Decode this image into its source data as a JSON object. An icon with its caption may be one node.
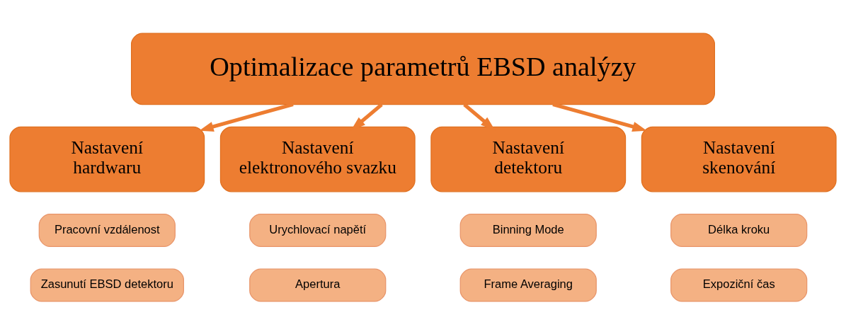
{
  "diagram": {
    "nodes": [
      {
        "text": [
          "Optimalizace parametrů EBSD analýzy"
        ]
      },
      {
        "text": [
          "Nastavení hardwaru"
        ]
      },
      {
        "text": [
          "Nastavení elektronového svazku"
        ]
      },
      {
        "text": [
          "Nastavení detektoru"
        ]
      },
      {
        "text": [
          "Nastavení skenování"
        ]
      },
      {
        "text": [
          "Pracovní vzdálenost"
        ]
      },
      {
        "text": [
          "Urychlovací napětí"
        ]
      },
      {
        "text": [
          "Binning Mode"
        ]
      },
      {
        "text": [
          "Délka kroku"
        ]
      },
      {
        "text": [
          "Zasunutí EBSD detektoru"
        ]
      },
      {
        "text": [
          "Apertura"
        ]
      },
      {
        "text": [
          "Frame Averaging"
        ]
      },
      {
        "text": [
          "Expoziční čas"
        ]
      }
    ],
    "edges": [
      {
        "from": 0,
        "to": 1,
        "arrow": "to"
      },
      {
        "from": 0,
        "to": 2,
        "arrow": "to"
      },
      {
        "from": 0,
        "to": 3,
        "arrow": "to"
      },
      {
        "from": 0,
        "to": 4,
        "arrow": "to"
      }
    ]
  }
}
